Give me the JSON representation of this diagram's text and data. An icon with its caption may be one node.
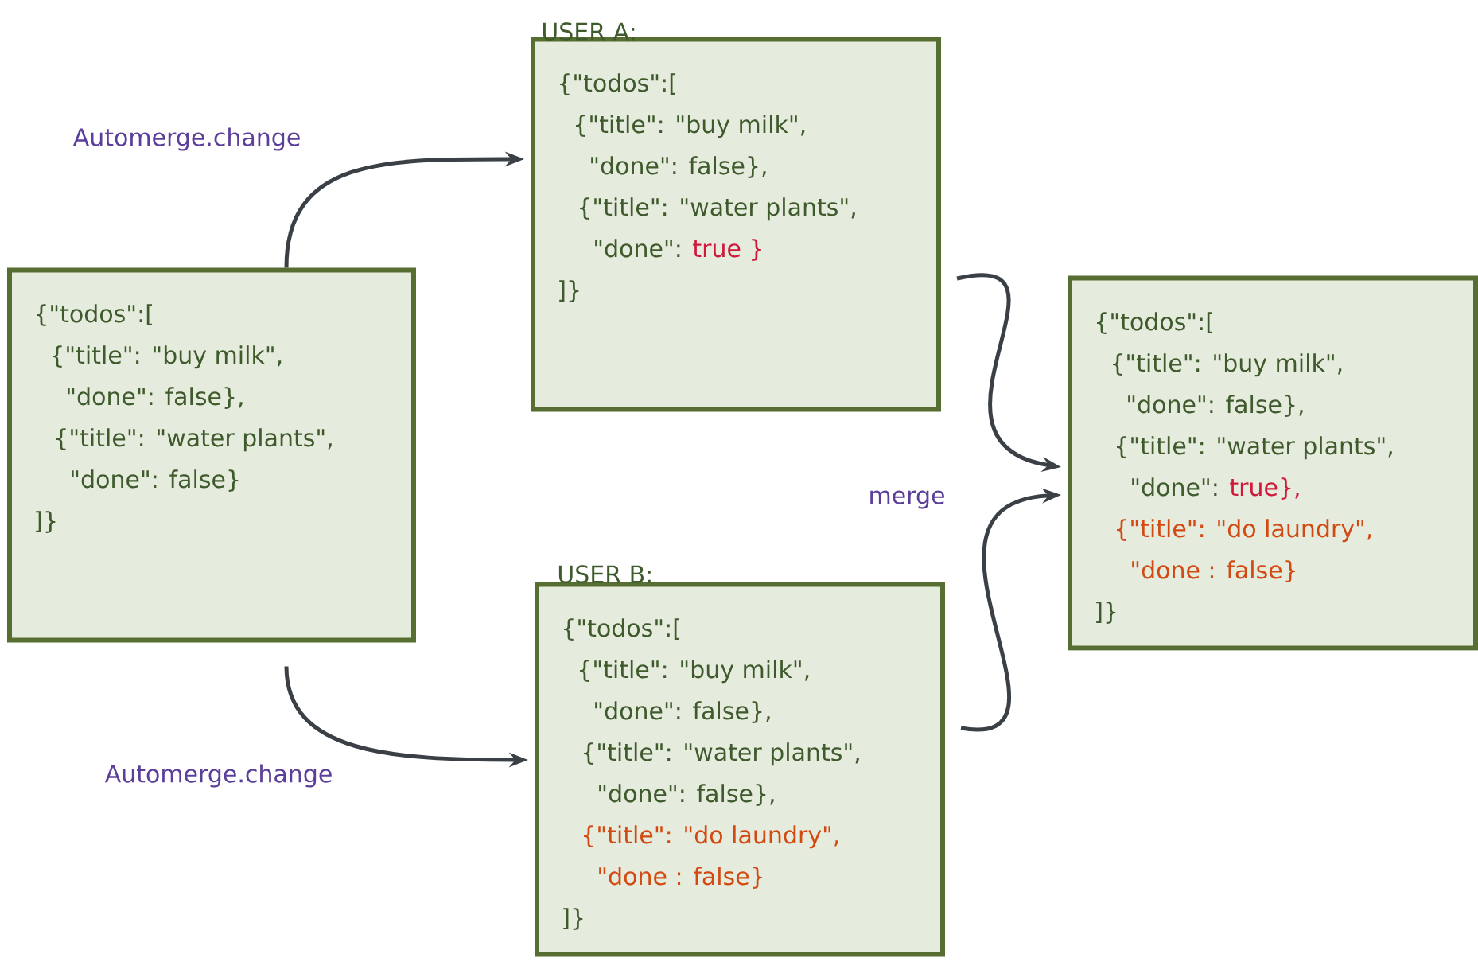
{
  "diagram": {
    "nodes": [
      {
        "text": [
          "{\"todos\":[",
          "{\"title\": \"buy milk\",",
          "\"done\": false},",
          "{\"title\": \"water plants\",",
          "\"done\": false}",
          "]}"
        ]
      },
      {
        "text": [
          "USER A:",
          "{\"todos\":[",
          "{\"title\": \"buy milk\",",
          "\"done\": false},",
          "{\"title\": \"water plants\",",
          "\"done\":",
          "true }",
          "]}"
        ]
      },
      {
        "text": [
          "USER B:",
          "{\"todos\":[",
          "{\"title\": \"buy milk\",",
          "\"done\": false},",
          "{\"title\": \"water plants\",",
          "\"done\": false},",
          "{\"title\": \"do laundry\",",
          "\"done : false}",
          "]}"
        ]
      },
      {
        "text": [
          "{\"todos\":[",
          "{\"title\": \"buy milk\",",
          "\"done\": false},",
          "{\"title\": \"water plants\",",
          "\"done\":",
          "true},",
          "{\"title\": \"do laundry\",",
          "\"done : false}",
          "]}"
        ]
      }
    ],
    "edges": [
      {
        "from": 0,
        "to": 1,
        "arrow": "to",
        "label": "Automerge.change"
      },
      {
        "from": 0,
        "to": 2,
        "arrow": "to",
        "label": "Automerge.change"
      },
      {
        "from": 1,
        "to": 3,
        "arrow": "to",
        "label": "merge"
      },
      {
        "from": 2,
        "to": 3,
        "arrow": "to"
      }
    ]
  }
}
